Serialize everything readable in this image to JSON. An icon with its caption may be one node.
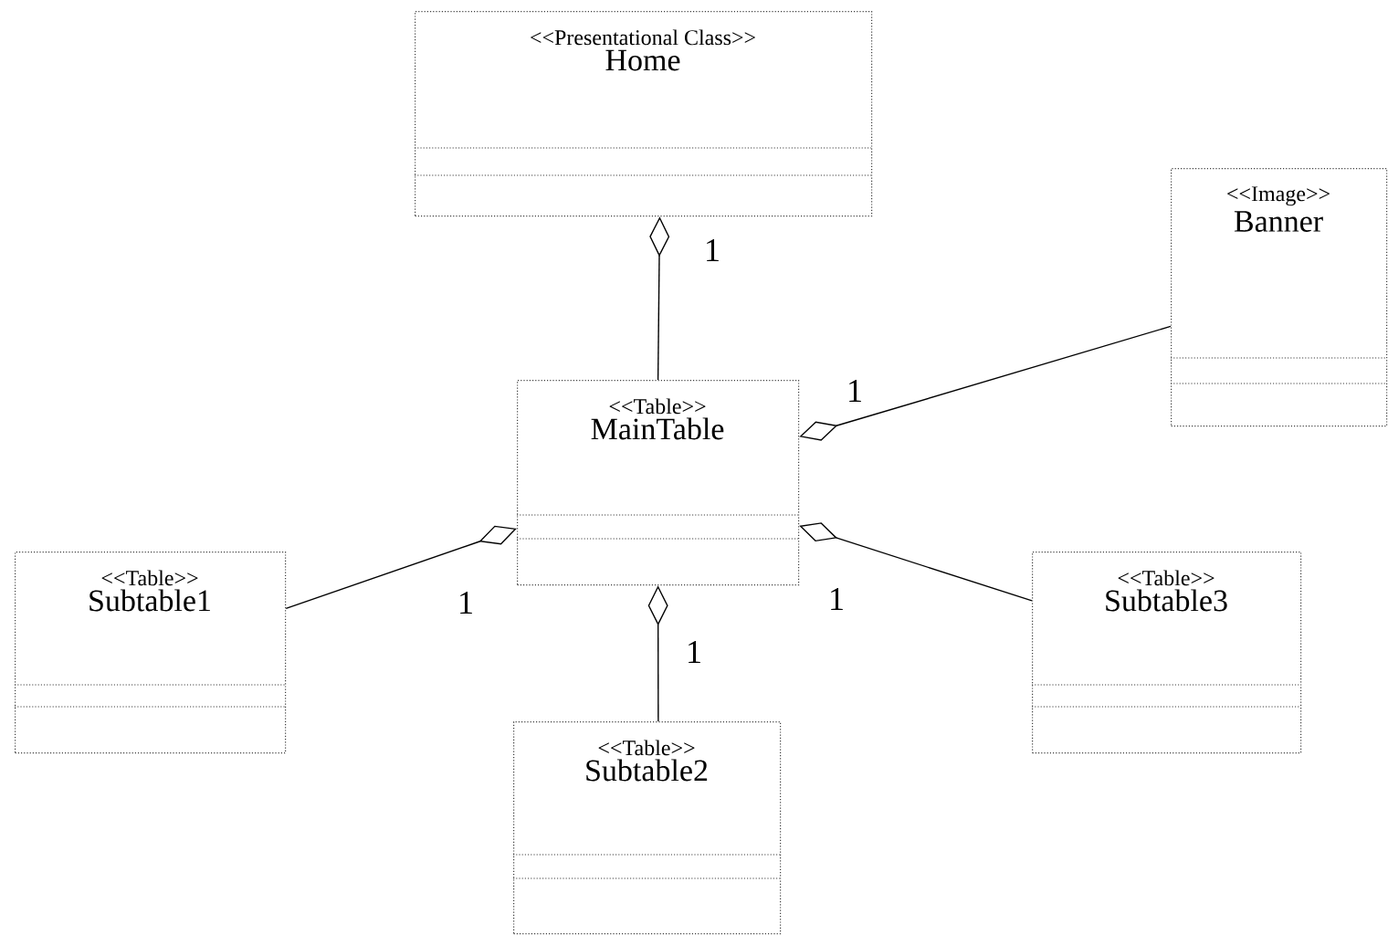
{
  "diagram": {
    "nodes": [
      {
        "text": [
          "<<Presentational Class>>",
          "Home"
        ]
      },
      {
        "text": [
          "<<Table>>",
          "MainTable"
        ]
      },
      {
        "text": [
          "<<Image>>",
          "Banner"
        ]
      },
      {
        "text": [
          "<<Table>>",
          "Subtable1"
        ]
      },
      {
        "text": [
          "<<Table>>",
          "Subtable2"
        ]
      },
      {
        "text": [
          "<<Table>>",
          "Subtable3"
        ]
      }
    ],
    "edges": [
      {
        "from": 1,
        "to": 0,
        "arrow": "other",
        "label": "1"
      },
      {
        "from": 2,
        "to": 1,
        "arrow": "other",
        "label": "1"
      },
      {
        "from": 3,
        "to": 1,
        "arrow": "other",
        "label": "1"
      },
      {
        "from": 4,
        "to": 1,
        "arrow": "other",
        "label": "1"
      },
      {
        "from": 5,
        "to": 1,
        "arrow": "other",
        "label": "1"
      }
    ]
  }
}
